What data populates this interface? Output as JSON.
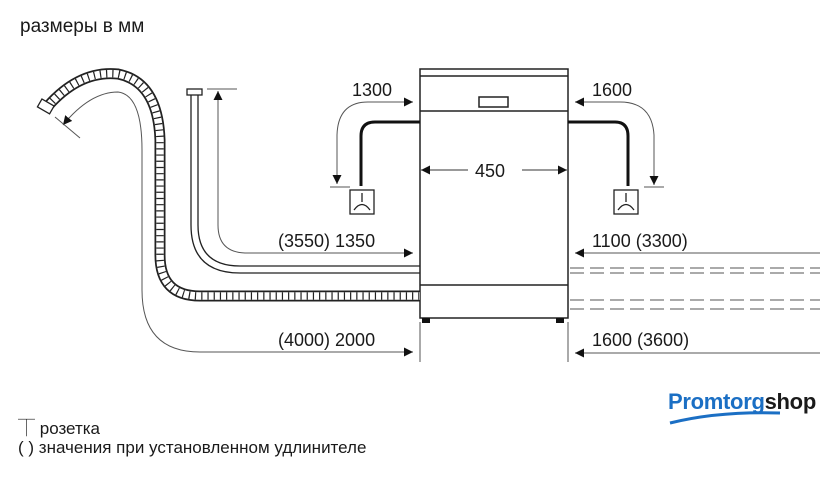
{
  "title": "размеры в мм",
  "dimensions": {
    "top_left_cable": "1300",
    "top_right_cable": "1600",
    "width": "450",
    "left_inlet_hose": "(3550) 1350",
    "left_drain_hose": "(4000) 2000",
    "right_inlet_hose": "1100 (3300)",
    "right_drain_hose": "1600 (3600)"
  },
  "legend": {
    "socket_symbol": "⏉",
    "socket_label": "розетка",
    "paren_symbol": "( )",
    "paren_label": "значения при установленном удлинителе"
  },
  "logo": {
    "part1": "Promtorg",
    "part2": "shop",
    "accent_color": "#1b6fc4"
  }
}
